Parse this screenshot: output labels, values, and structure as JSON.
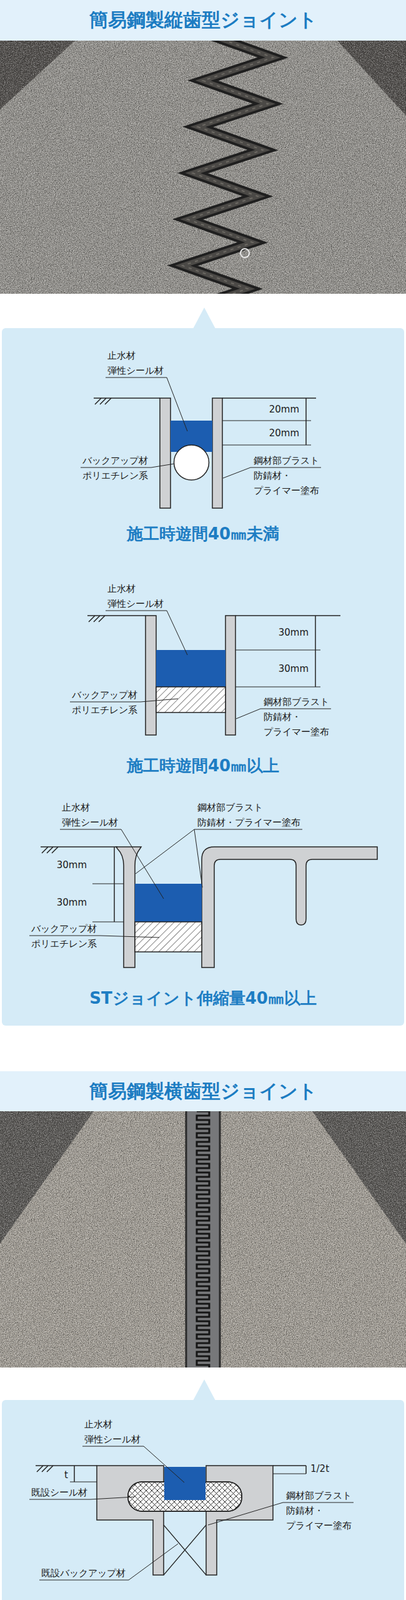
{
  "diagram": {
    "nodes": [
      {
        "text": [
          "簡易鋼製縦歯型ジョイント"
        ]
      },
      {
        "text": [
          "簡易鋼製横歯型ジョイント"
        ]
      }
    ],
    "labels": [
      "止水材",
      "弾性シール材",
      "20mm",
      "20mm",
      "バックアップ材",
      "ポリエチレン系",
      "鋼材部ブラスト",
      "防錆材・",
      "プライマー塗布",
      "施工時遊間40㎜未満",
      "止水材",
      "弾性シール材",
      "30mm",
      "30mm",
      "バックアップ材",
      "ポリエチレン系",
      "鋼材部ブラスト",
      "防錆材・",
      "プライマー塗布",
      "施工時遊間40㎜以上",
      "止水材",
      "弾性シール材",
      "鋼材部ブラスト",
      "防錆材・プライマー塗布",
      "30mm",
      "30mm",
      "バックアップ材",
      "ポリエチレン系",
      "STジョイント伸縮量40㎜以上",
      "止水材",
      "弾性シール材",
      "t",
      "1/2t",
      "既設シール材",
      "鋼材部ブラスト",
      "防錆材・",
      "プライマー塗布",
      "既設バックアップ材"
    ]
  }
}
